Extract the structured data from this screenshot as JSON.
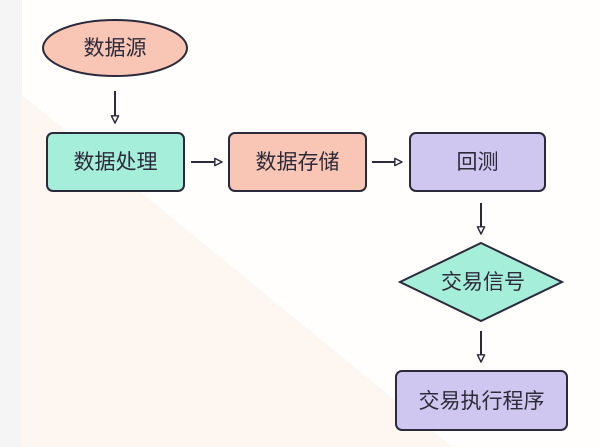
{
  "diagram": {
    "type": "flowchart",
    "colors": {
      "teal": "#a5eed9",
      "salmon": "#f9c5b4",
      "lavender": "#d0c7f0",
      "stroke": "#2a2a3a",
      "page": "#fffefd",
      "tint": "#fdf6f1"
    },
    "nodes": [
      {
        "id": "data-source",
        "label": "数据源",
        "shape": "ellipse",
        "fill": "salmon"
      },
      {
        "id": "data-processing",
        "label": "数据处理",
        "shape": "rounded-rect",
        "fill": "teal"
      },
      {
        "id": "data-storage",
        "label": "数据存储",
        "shape": "rounded-rect",
        "fill": "salmon"
      },
      {
        "id": "backtest",
        "label": "回测",
        "shape": "rounded-rect",
        "fill": "lavender"
      },
      {
        "id": "trade-signal",
        "label": "交易信号",
        "shape": "diamond",
        "fill": "teal"
      },
      {
        "id": "execution",
        "label": "交易执行程序",
        "shape": "rounded-rect",
        "fill": "lavender"
      }
    ],
    "edges": [
      {
        "from": "data-source",
        "to": "data-processing"
      },
      {
        "from": "data-processing",
        "to": "data-storage"
      },
      {
        "from": "data-storage",
        "to": "backtest"
      },
      {
        "from": "backtest",
        "to": "trade-signal"
      },
      {
        "from": "trade-signal",
        "to": "execution"
      }
    ]
  }
}
